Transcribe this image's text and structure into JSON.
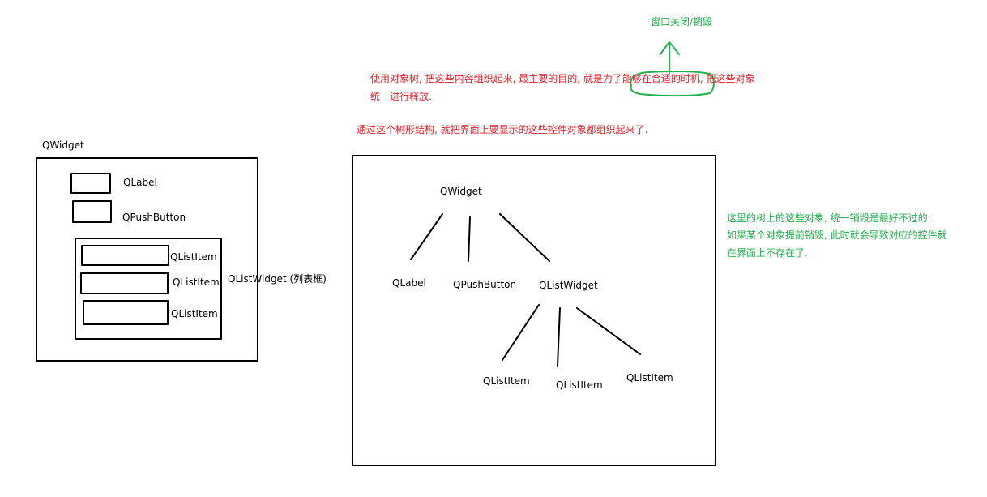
{
  "colors": {
    "red": "#ed1c24",
    "green": "#22b14c",
    "ink": "#000000"
  },
  "annotations": {
    "top_note": "窗口关闭/销毁",
    "purpose_line1": "使用对象树, 把这些内容组织起来, 最主要的目的, 就是为了能够在合适的时机, 把这些对象",
    "purpose_line2": "统一进行释放.",
    "tree_note": "通过这个树形结构, 就把界面上要显示的这些控件对象都组织起来了.",
    "destroy_note": [
      "这里的树上的这些对象, 统一销毁是最好不过的.",
      "如果某个对象提前销毁, 此时就会导致对应的控件就",
      "在界面上不存在了."
    ]
  },
  "left_mockup": {
    "root_label": "QWidget",
    "label_widget": "QLabel",
    "push_button": "QPushButton",
    "list_widget": "QListWidget (列表框)",
    "list_items": [
      "QListItem",
      "QListItem",
      "QListItem"
    ]
  },
  "tree": {
    "root": "QWidget",
    "children": [
      "QLabel",
      "QPushButton",
      "QListWidget"
    ],
    "list_children": [
      "QListItem",
      "QListItem",
      "QListItem"
    ]
  }
}
